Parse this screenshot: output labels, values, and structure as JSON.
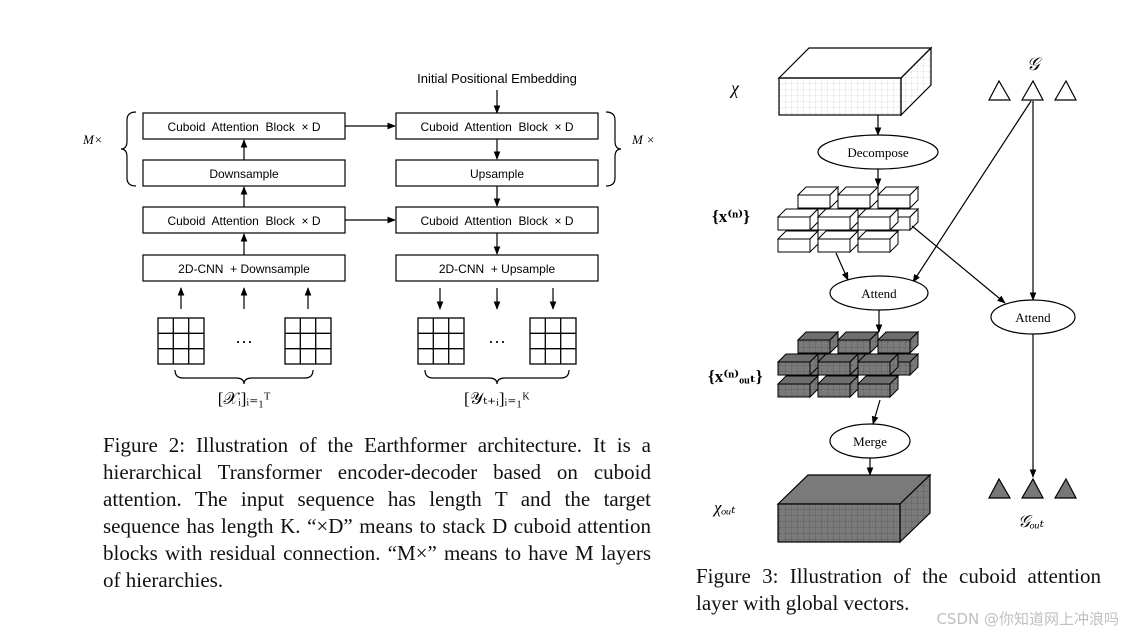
{
  "fig2": {
    "initial_pos_embedding": "Initial Positional Embedding",
    "enc_cab_top": "Cuboid  Attention  Block  × D",
    "downsample": "Downsample",
    "enc_cab_bottom": "Cuboid  Attention  Block  × D",
    "enc_cnn": "2D-CNN  + Downsample",
    "dec_cab_top": "Cuboid  Attention  Block  × D",
    "upsample": "Upsample",
    "dec_cab_bottom": "Cuboid  Attention  Block  × D",
    "dec_cnn": "2D-CNN  + Upsample",
    "m_left": "M×",
    "m_right": "M ×",
    "ellipsis_left": "···",
    "ellipsis_right": "···",
    "input_seq": "[𝒳ᵢ]ᵢ₌₁ᵀ",
    "output_seq": "[𝒴ₜ₊ᵢ]ᵢ₌₁ᴷ",
    "caption": "Figure 2: Illustration of the Earthformer architecture. It is a hierarchical Transformer encoder-decoder based on cuboid attention. The input sequence has length T and the target sequence has length K. “×D” means to stack D cuboid attention blocks with residual connection. “M×” means to have M layers of hierarchies."
  },
  "fig3": {
    "chi": "χ",
    "g": "𝒢",
    "decompose": "Decompose",
    "xn": "{x⁽ⁿ⁾}",
    "attend_left": "Attend",
    "attend_right": "Attend",
    "xn_out": "{x⁽ⁿ⁾ₒᵤₜ}",
    "merge": "Merge",
    "chi_out": "χₒᵤₜ",
    "g_out": "𝒢ₒᵤₜ",
    "caption": "Figure 3: Illustration of the cuboid attention layer with global vectors."
  },
  "watermark": "CSDN @你知道网上冲浪吗"
}
